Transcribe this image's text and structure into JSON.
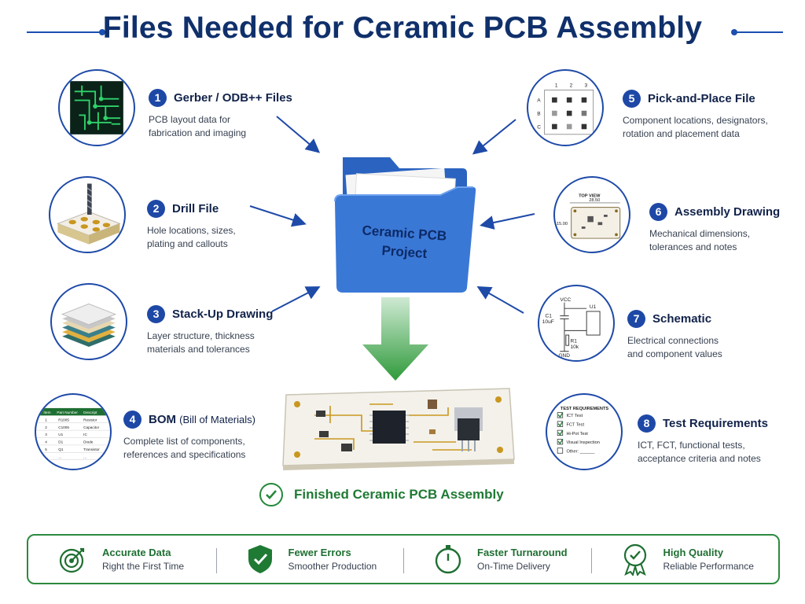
{
  "title": "Files Needed for Ceramic PCB Assembly",
  "folder": {
    "line1": "Ceramic PCB",
    "line2": "Project"
  },
  "items": [
    {
      "num": "1",
      "title": "Gerber / ODB++ Files",
      "desc": "PCB layout data for\nfabrication and imaging"
    },
    {
      "num": "2",
      "title": "Drill File",
      "desc": "Hole locations, sizes,\nplating and callouts"
    },
    {
      "num": "3",
      "title": "Stack-Up Drawing",
      "desc": "Layer structure, thickness\nmaterials and tolerances"
    },
    {
      "num": "4",
      "title": "BOM",
      "title_extra": "(Bill of Materials)",
      "desc": "Complete list of components,\nreferences and specifications"
    },
    {
      "num": "5",
      "title": "Pick-and-Place File",
      "desc": "Component locations, designators,\nrotation and placement data"
    },
    {
      "num": "6",
      "title": "Assembly Drawing",
      "desc": "Mechanical dimensions,\ntolerances and notes"
    },
    {
      "num": "7",
      "title": "Schematic",
      "desc": "Electrical connections\nand component values"
    },
    {
      "num": "8",
      "title": "Test Requirements",
      "desc": "ICT, FCT, functional tests,\nacceptance criteria and notes"
    }
  ],
  "thumbs": {
    "pnp": {
      "cols": [
        "1",
        "2",
        "3"
      ],
      "rows": [
        "A",
        "B",
        "C"
      ]
    },
    "assembly": {
      "view": "TOP VIEW",
      "width": "28.50",
      "height": "15.00"
    },
    "schematic": {
      "vcc": "VCC",
      "c1": "C1",
      "c1v": "10uF",
      "u1": "U1",
      "r1": "R1",
      "r1v": "10k",
      "gnd": "GND"
    },
    "test": {
      "header": "TEST REQUIREMENTS",
      "rows": [
        "ICT Test",
        "FCT Test",
        "Hi-Pot Test",
        "Visual Inspection",
        "Other: ______"
      ]
    },
    "bom": {
      "headers": [
        "Item",
        "Part Number",
        "Descript"
      ],
      "rows": [
        [
          "1",
          "R1005",
          "Resistor"
        ],
        [
          "2",
          "C1005",
          "Capacitor"
        ],
        [
          "3",
          "U1",
          "IC"
        ],
        [
          "4",
          "D1",
          "Diode"
        ],
        [
          "5",
          "Q1",
          "Transistor"
        ],
        [
          "...",
          "...",
          "..."
        ]
      ]
    }
  },
  "finished": "Finished Ceramic PCB Assembly",
  "benefits": [
    {
      "title": "Accurate Data",
      "sub": "Right the First Time",
      "icon": "target-icon"
    },
    {
      "title": "Fewer Errors",
      "sub": "Smoother Production",
      "icon": "shield-check-icon"
    },
    {
      "title": "Faster Turnaround",
      "sub": "On-Time Delivery",
      "icon": "stopwatch-icon"
    },
    {
      "title": "High Quality",
      "sub": "Reliable Performance",
      "icon": "award-ribbon-icon"
    }
  ],
  "colors": {
    "navy": "#10306b",
    "blue": "#1e48a6",
    "green": "#2d8a3e",
    "folder": "#3a78d6"
  }
}
